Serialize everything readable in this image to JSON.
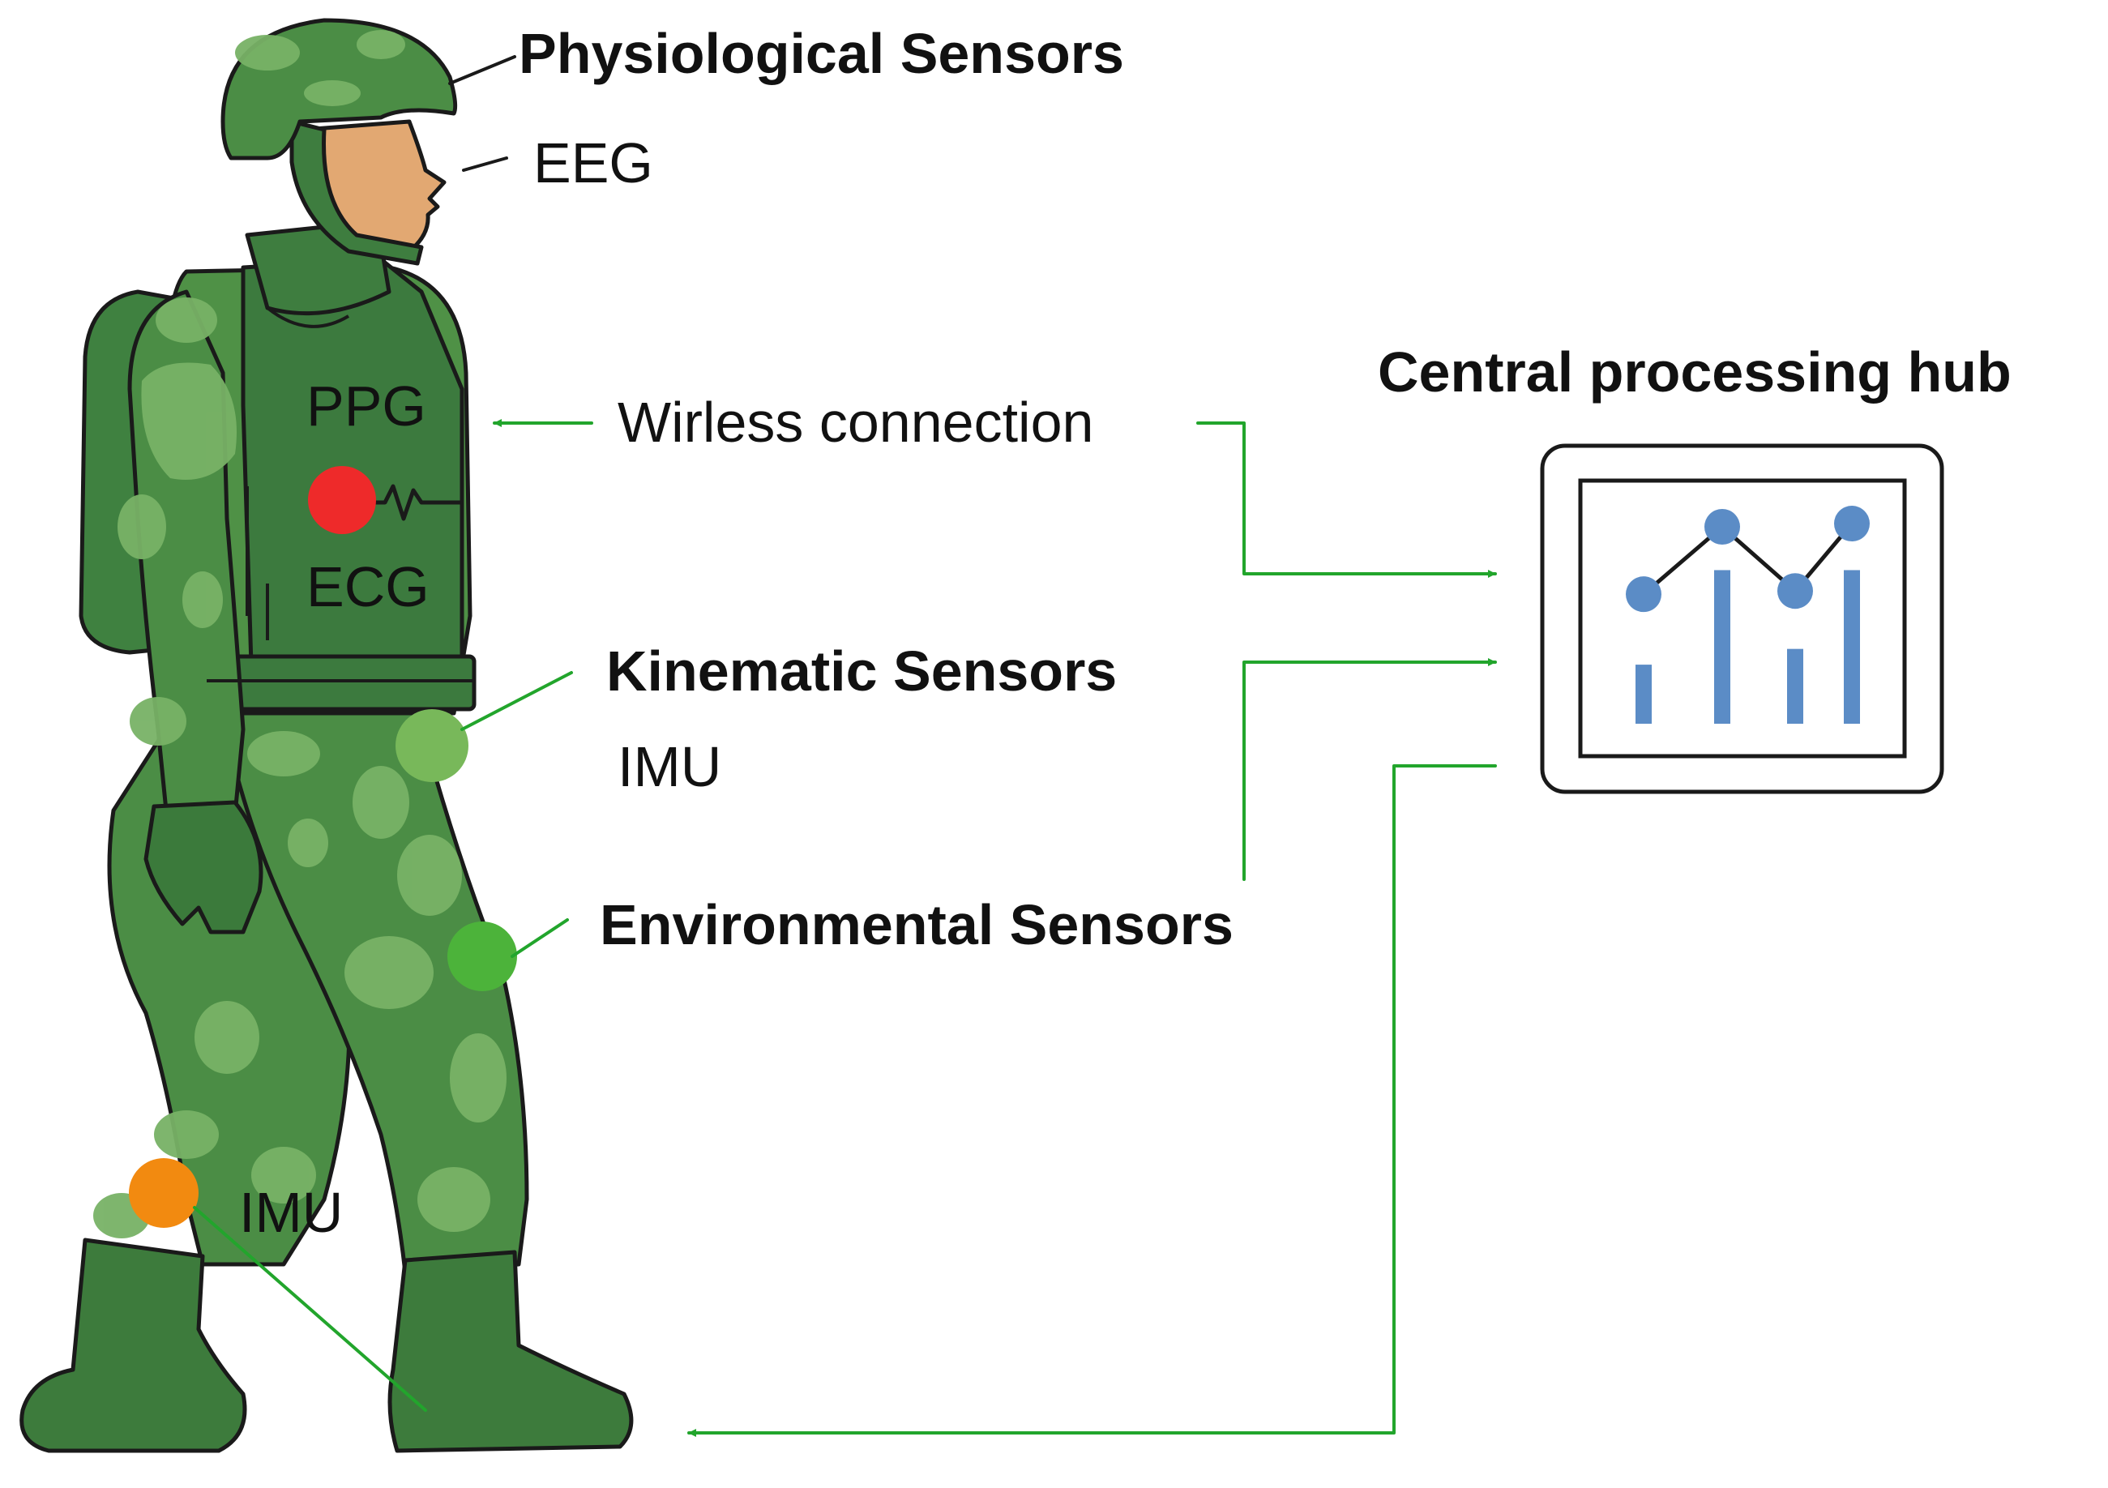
{
  "labels": {
    "physiological_sensors": "Physiological Sensors",
    "eeg": "EEG",
    "ppg": "PPG",
    "ecg": "ECG",
    "wireless_connection": "Wirless connection",
    "central_hub": "Central processing hub",
    "kinematic_sensors": "Kinematic Sensors",
    "imu_kinematic": "IMU",
    "environmental_sensors": "Environmental Sensors",
    "imu_ankle": "IMU"
  },
  "sensor_dots": [
    {
      "name": "ecg-sensor-dot",
      "color": "#ee2a2a"
    },
    {
      "name": "kinematic-imu-sensor-dot",
      "color": "#78b85a"
    },
    {
      "name": "environmental-sensor-dot",
      "color": "#4cb33a"
    },
    {
      "name": "ankle-imu-sensor-dot",
      "color": "#f28a10"
    }
  ],
  "colors": {
    "connector": "#22a52c",
    "uniform_dark": "#3a7a3b",
    "uniform_light": "#77b265",
    "skin": "#e2a872",
    "chart_blue": "#5b8cc6",
    "outline": "#1a1a1a"
  },
  "monitor_chart": {
    "type": "bar",
    "bars": [
      0.3,
      0.78,
      0.38,
      0.78
    ],
    "line_points": [
      0.58,
      1.0,
      0.6,
      1.02
    ]
  }
}
